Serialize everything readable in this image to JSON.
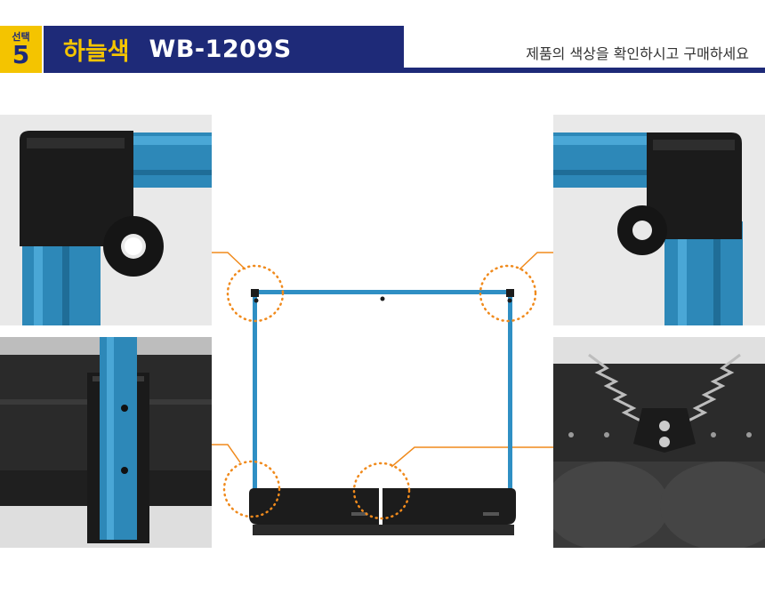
{
  "header": {
    "badge_label": "선택",
    "badge_number": "5",
    "color_name": "하늘색",
    "model": "WB-1209S",
    "notice": "제품의 색상을 확인하시고 구매하세요"
  },
  "colors": {
    "navy": "#1e2a78",
    "yellow": "#f4c400",
    "frame_blue": "#2f8fc4",
    "callout_orange": "#f08a1c",
    "base_black": "#1c1c1c"
  },
  "icons": {
    "corner_detail_left": "corner-cap-with-ring-icon",
    "corner_detail_right": "corner-cap-with-ring-icon",
    "base_detail_left": "pole-in-base-icon",
    "base_detail_right": "spring-hook-joint-icon"
  }
}
